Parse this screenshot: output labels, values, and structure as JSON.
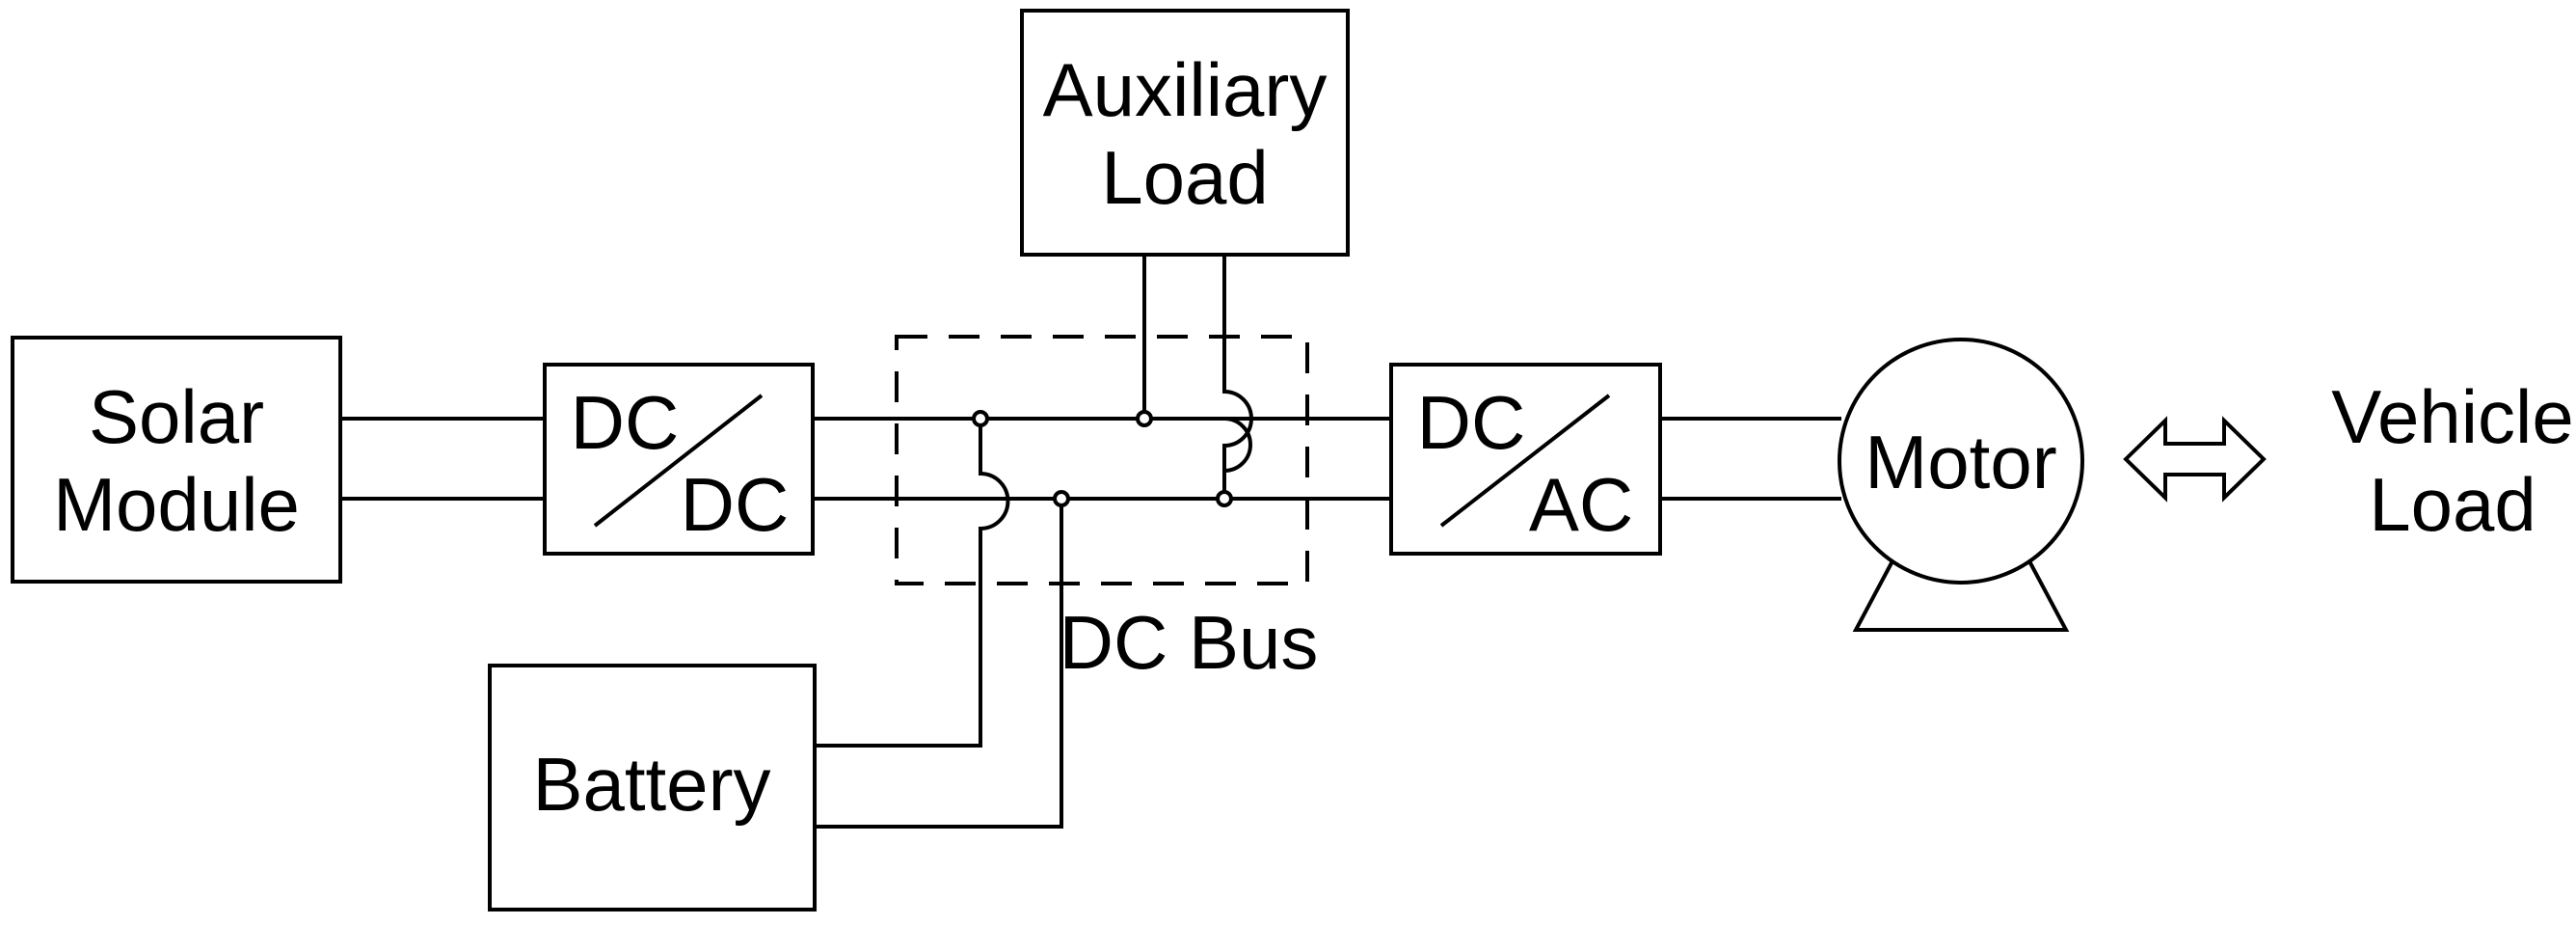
{
  "blocks": {
    "solar_module": {
      "line1": "Solar",
      "line2": "Module"
    },
    "dc_dc": {
      "input": "DC",
      "output": "DC"
    },
    "auxiliary_load": {
      "line1": "Auxiliary",
      "line2": "Load"
    },
    "battery": {
      "label": "Battery"
    },
    "dc_ac": {
      "input": "DC",
      "output": "AC"
    },
    "motor": {
      "label": "Motor"
    },
    "vehicle_load": {
      "line1": "Vehicle",
      "line2": "Load"
    }
  },
  "dc_bus": {
    "label": "DC Bus"
  },
  "colors": {
    "line": "#000000",
    "background": "#ffffff"
  }
}
